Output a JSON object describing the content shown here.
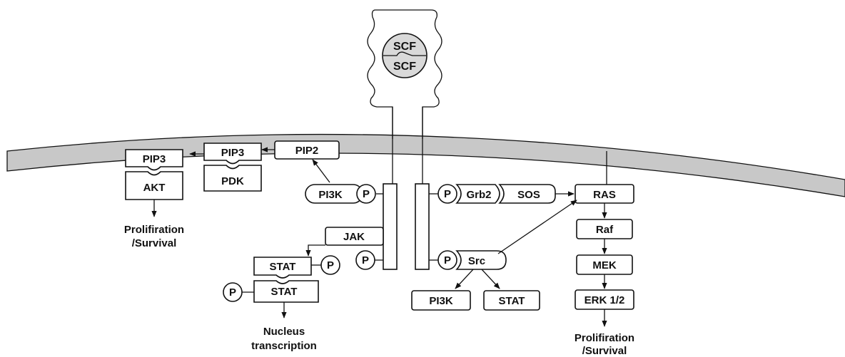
{
  "receptor": {
    "ligand_top": "SCF",
    "ligand_bottom": "SCF"
  },
  "phospho_label": "P",
  "pi3k_branch": {
    "pip2": "PIP2",
    "pip3_a": "PIP3",
    "pdk": "PDK",
    "pip3_b": "PIP3",
    "akt": "AKT",
    "pi3k": "PI3K",
    "outcome_line1": "Prolifiration",
    "outcome_line2": "/Survival"
  },
  "jak_branch": {
    "jak": "JAK",
    "stat_a": "STAT",
    "stat_b": "STAT",
    "outcome_line1": "Nucleus",
    "outcome_line2": "transcription"
  },
  "ras_branch": {
    "grb2": "Grb2",
    "sos": "SOS",
    "ras": "RAS",
    "raf": "Raf",
    "mek": "MEK",
    "erk": "ERK 1/2",
    "outcome_line1": "Prolifiration",
    "outcome_line2": "/Survival"
  },
  "src_branch": {
    "src": "Src",
    "pi3k": "PI3K",
    "stat": "STAT"
  },
  "colors": {
    "membrane": "#c8c8c8",
    "stroke": "#111111",
    "box_fill": "#ffffff",
    "ligand_fill": "#d9d9d9"
  }
}
